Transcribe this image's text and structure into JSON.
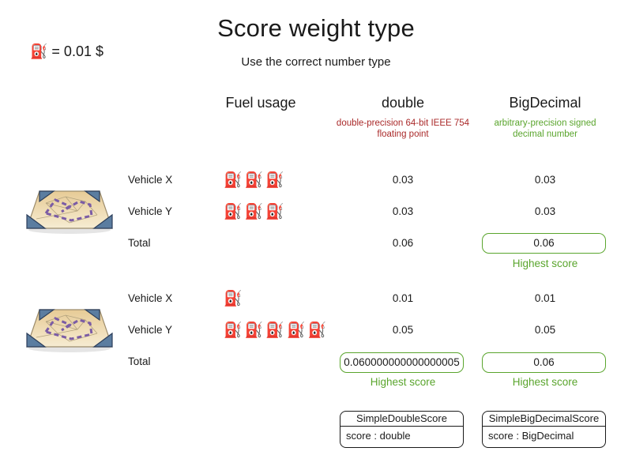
{
  "title": "Score weight type",
  "subtitle": "Use the correct number type",
  "legend": {
    "pump_icon": "⛽",
    "equals_text": " = 0.01 $"
  },
  "columns": {
    "fuel_header": "Fuel usage",
    "double_header": "double",
    "double_description": "double-precision 64-bit IEEE 754 floating point",
    "bigdecimal_header": "BigDecimal",
    "bigdecimal_description": "arbitrary-precision signed decimal number"
  },
  "scenario1": {
    "rows": [
      {
        "label": "Vehicle X",
        "fuel": "⛽⛽⛽",
        "double_value": "0.03",
        "bigdecimal_value": "0.03"
      },
      {
        "label": "Vehicle Y",
        "fuel": "⛽⛽⛽",
        "double_value": "0.03",
        "bigdecimal_value": "0.03"
      }
    ],
    "total": {
      "label": "Total",
      "double_value": "0.06",
      "bigdecimal_value": "0.06",
      "bigdecimal_note": "Highest score"
    }
  },
  "scenario2": {
    "rows": [
      {
        "label": "Vehicle X",
        "fuel": "⛽",
        "double_value": "0.01",
        "bigdecimal_value": "0.01"
      },
      {
        "label": "Vehicle Y",
        "fuel": "⛽⛽⛽⛽⛽",
        "double_value": "0.05",
        "bigdecimal_value": "0.05"
      }
    ],
    "total": {
      "label": "Total",
      "double_value": "0.060000000000000005",
      "bigdecimal_value": "0.06",
      "double_note": "Highest score",
      "bigdecimal_note": "Highest score"
    }
  },
  "classes": {
    "double": {
      "name": "SimpleDoubleScore",
      "attribute": "score : double"
    },
    "bigdecimal": {
      "name": "SimpleBigDecimalScore",
      "attribute": "score : BigDecimal"
    }
  },
  "colors": {
    "double_accent": "#aa2a2a",
    "bigdecimal_accent": "#5aa52d"
  }
}
